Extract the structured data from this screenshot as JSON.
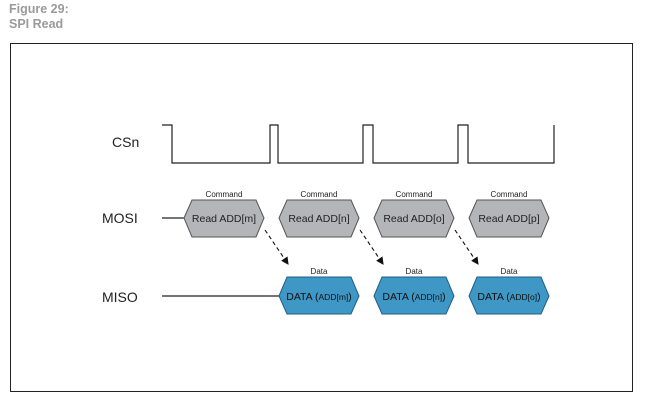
{
  "figure": {
    "number_label": "Figure 29:",
    "title": "SPI Read"
  },
  "signals": {
    "csn": "CSn",
    "mosi": "MOSI",
    "miso": "MISO"
  },
  "mosi_frames": [
    {
      "header": "Command",
      "label": "Read ADD[m]"
    },
    {
      "header": "Command",
      "label": "Read ADD[n]"
    },
    {
      "header": "Command",
      "label": "Read ADD[o]"
    },
    {
      "header": "Command",
      "label": "Read ADD[p]"
    }
  ],
  "miso_frames": [
    {
      "header": "Data",
      "label_main": "DATA (",
      "label_sub": "ADD[m]",
      "label_end": ")"
    },
    {
      "header": "Data",
      "label_main": "DATA (",
      "label_sub": "ADD[n]",
      "label_end": ")"
    },
    {
      "header": "Data",
      "label_main": "DATA (",
      "label_sub": "ADD[o]",
      "label_end": ")"
    }
  ],
  "colors": {
    "command_fill": "#b3b5b8",
    "data_fill": "#3e97c5",
    "line": "#222222"
  }
}
